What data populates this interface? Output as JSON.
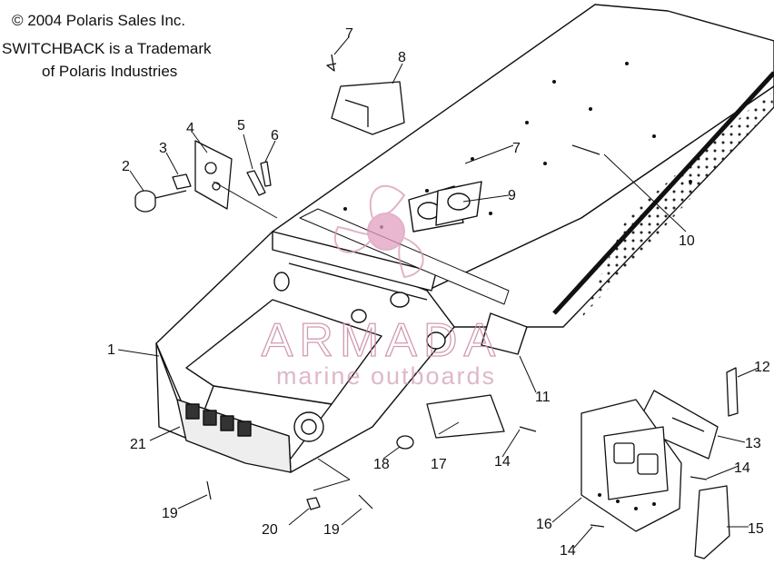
{
  "copyright": {
    "line1": "© 2004 Polaris Sales Inc.",
    "line2": "SWITCHBACK is a Trademark",
    "line3": "of Polaris Industries"
  },
  "watermark": {
    "brand": "ARMADA",
    "tagline": "marine outboards",
    "color": "#e2a0c0"
  },
  "callouts": {
    "c1": "1",
    "c2": "2",
    "c3": "3",
    "c4": "4",
    "c5": "5",
    "c6": "6",
    "c7a": "7",
    "c7b": "7",
    "c8": "8",
    "c9": "9",
    "c10": "10",
    "c11": "11",
    "c12": "12",
    "c13": "13",
    "c14a": "14",
    "c14b": "14",
    "c14c": "14",
    "c15": "15",
    "c16": "16",
    "c17": "17",
    "c18": "18",
    "c19a": "19",
    "c19b": "19",
    "c20": "20",
    "c21": "21"
  }
}
